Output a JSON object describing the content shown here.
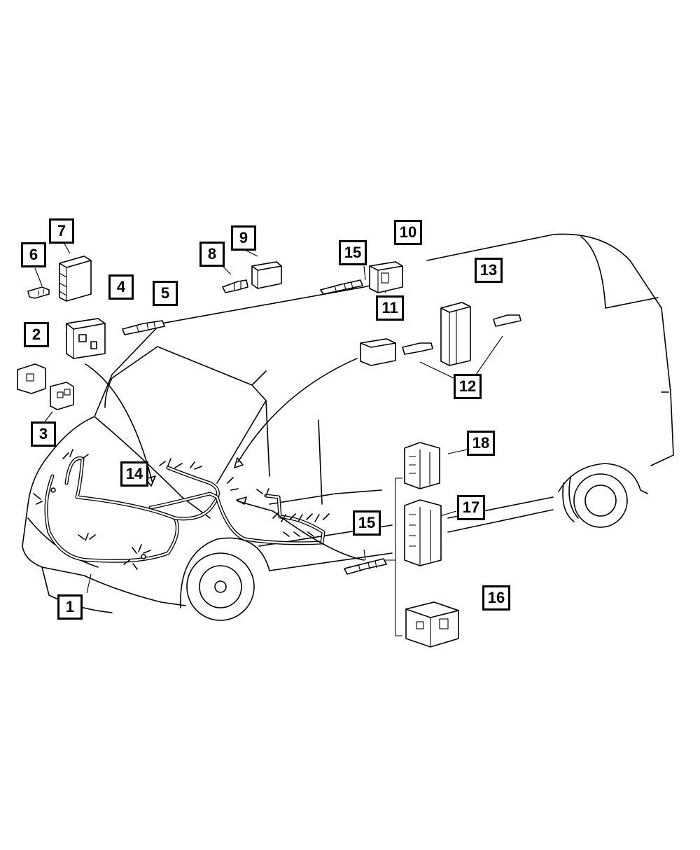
{
  "diagram": {
    "callouts": {
      "c1": "1",
      "c2": "2",
      "c3": "3",
      "c4": "4",
      "c5": "5",
      "c6": "6",
      "c7": "7",
      "c8": "8",
      "c9": "9",
      "c10": "10",
      "c11": "11",
      "c12": "12",
      "c13": "13",
      "c14": "14",
      "c15a": "15",
      "c15b": "15",
      "c16": "16",
      "c17": "17",
      "c18": "18"
    }
  }
}
